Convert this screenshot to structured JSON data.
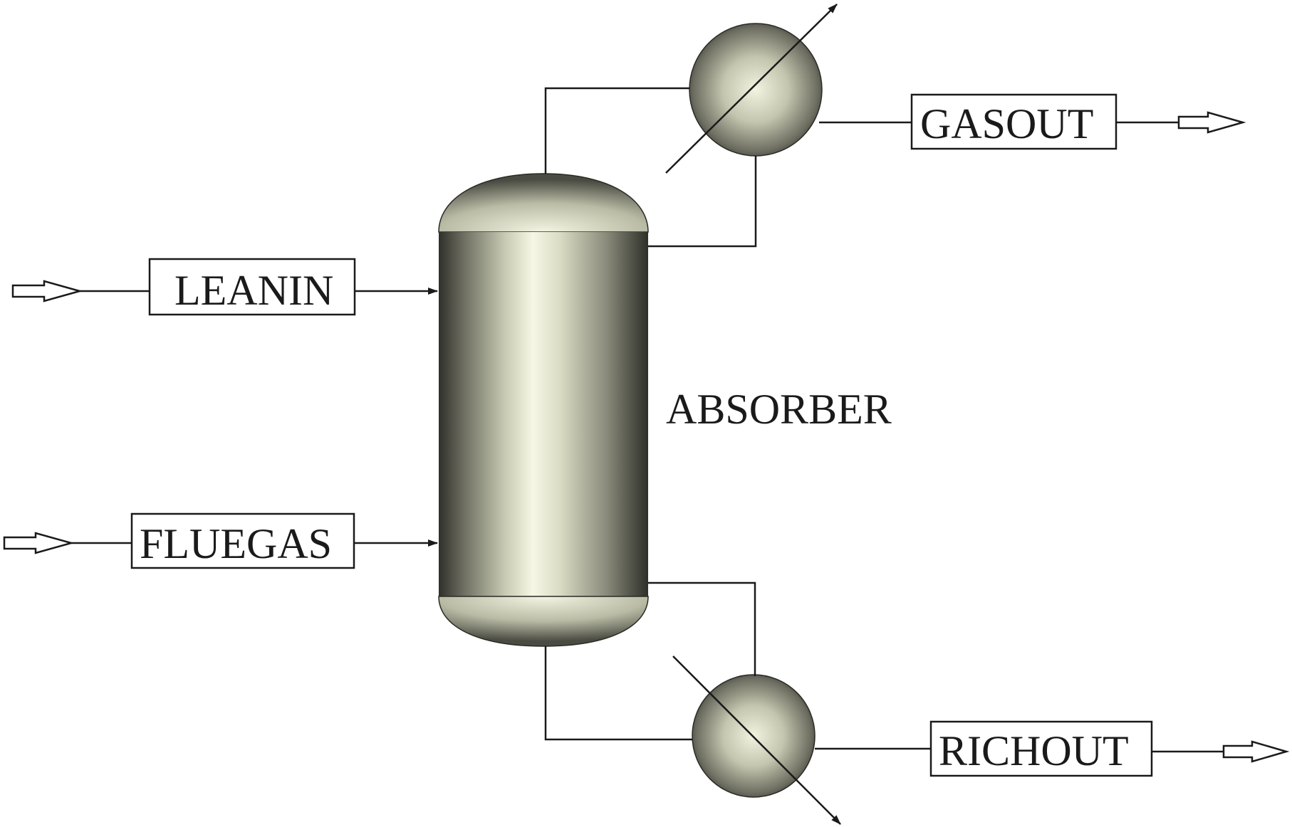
{
  "blocks": {
    "absorber": "ABSORBER"
  },
  "streams": {
    "leanin": "LEANIN",
    "fluegas": "FLUEGAS",
    "gasout": "GASOUT",
    "richout": "RICHOUT"
  }
}
